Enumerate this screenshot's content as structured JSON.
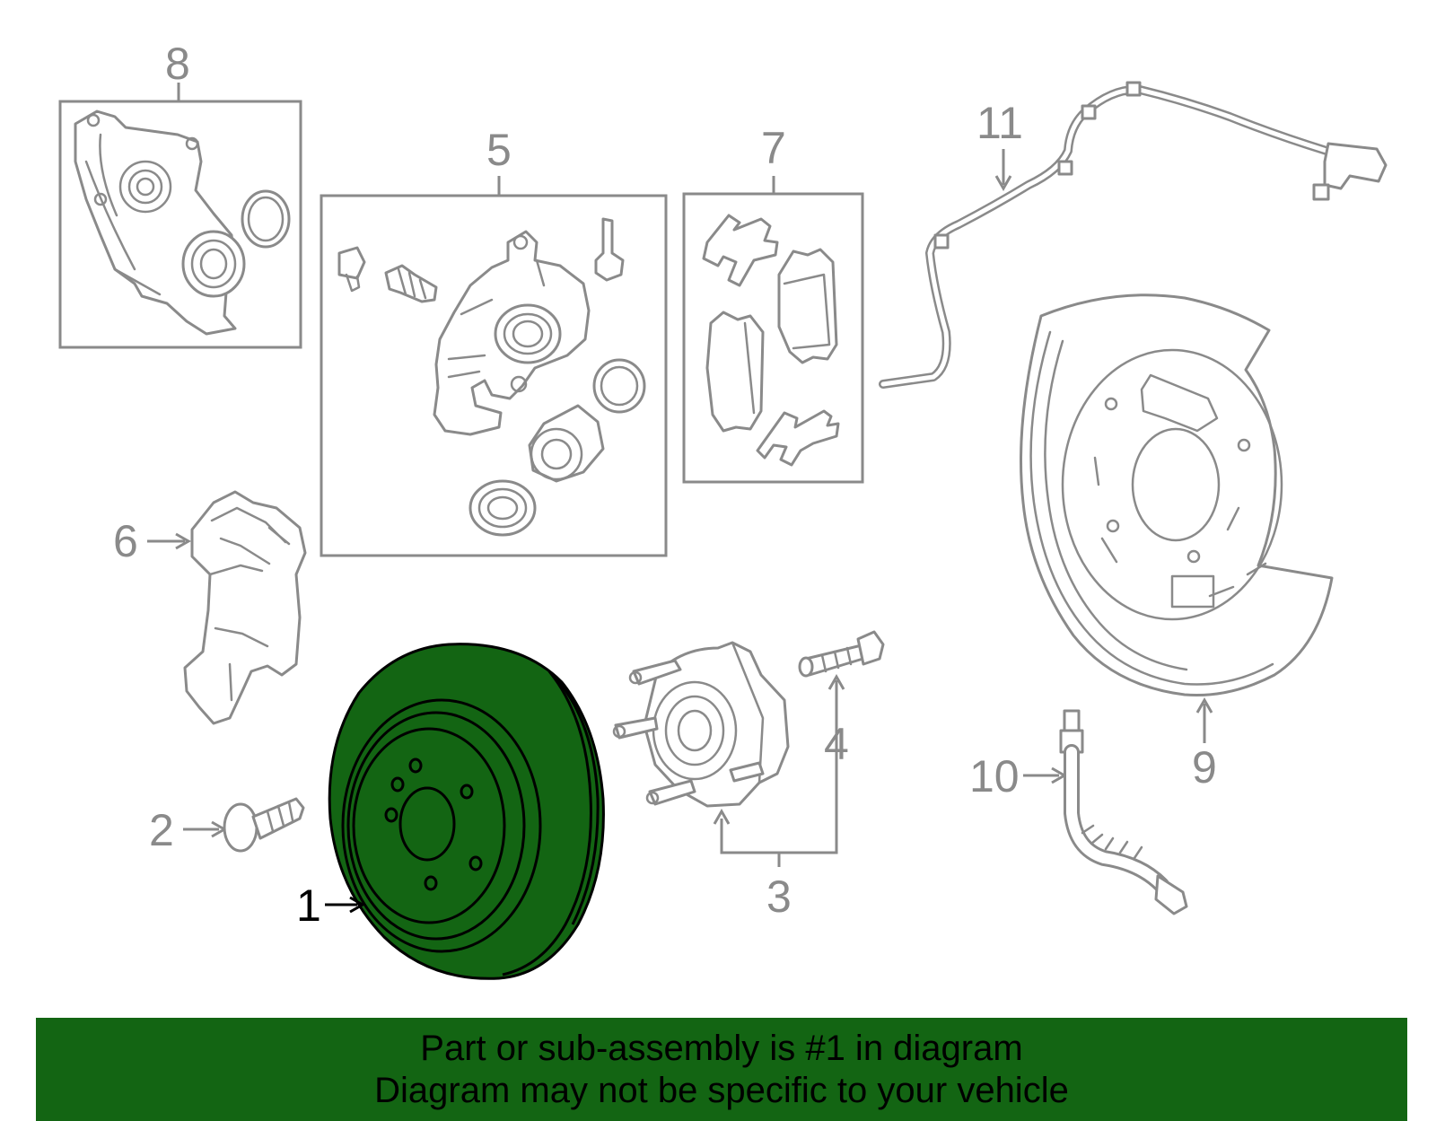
{
  "colors": {
    "highlight_fill": "#136513",
    "line_gray": "#8a8a8a",
    "active_black": "#000000",
    "banner_bg": "#136513"
  },
  "highlighted_part": "1",
  "callouts": [
    {
      "id": "1",
      "label": "1"
    },
    {
      "id": "2",
      "label": "2"
    },
    {
      "id": "3",
      "label": "3"
    },
    {
      "id": "4",
      "label": "4"
    },
    {
      "id": "5",
      "label": "5"
    },
    {
      "id": "6",
      "label": "6"
    },
    {
      "id": "7",
      "label": "7"
    },
    {
      "id": "8",
      "label": "8"
    },
    {
      "id": "9",
      "label": "9"
    },
    {
      "id": "10",
      "label": "10"
    },
    {
      "id": "11",
      "label": "11"
    }
  ],
  "banner": {
    "line1": "Part or sub-assembly is #1 in diagram",
    "line2": "Diagram may not be specific to your vehicle"
  }
}
